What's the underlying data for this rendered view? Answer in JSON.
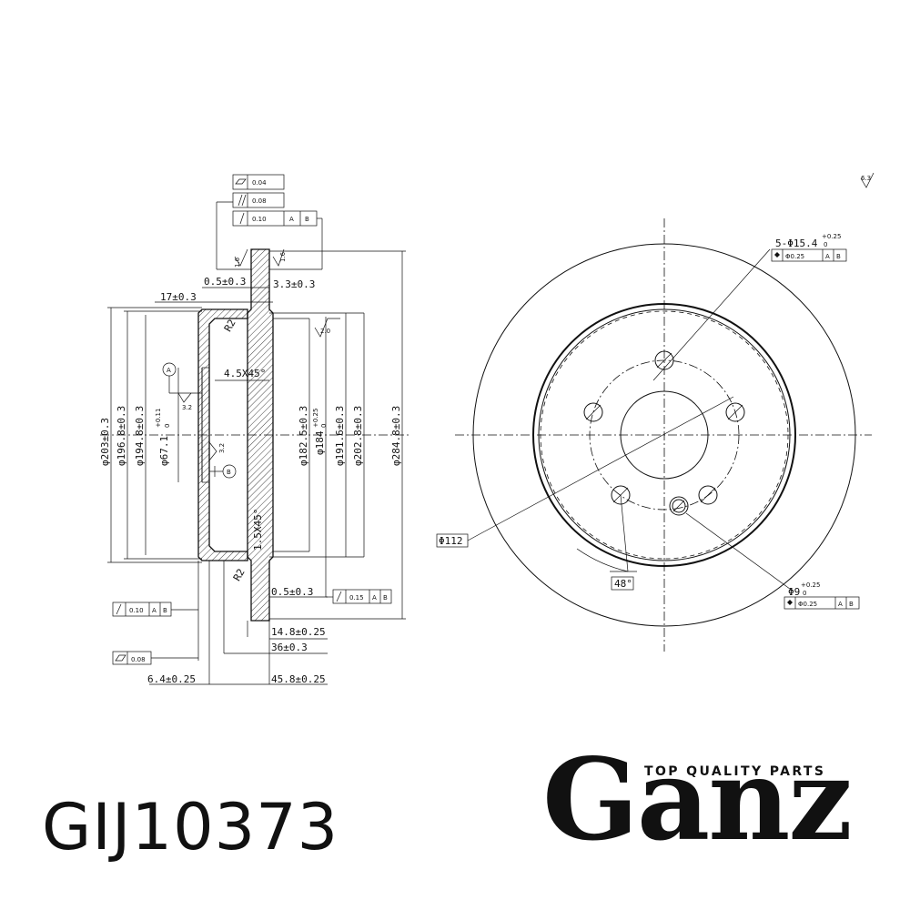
{
  "product": {
    "part_number": "GIJ10373"
  },
  "brand": {
    "name": "Ganz",
    "tagline": "TOP QUALITY PARTS"
  },
  "side_view": {
    "tolerance_frame_top": {
      "flatness": "0.04",
      "parallelism": "0.08",
      "runout": "0.10",
      "datum_a": "A",
      "datum_b": "B"
    },
    "roughness_left": "1.6",
    "roughness_right": "1.6",
    "dims": {
      "offset_0_5_top": "0.5±0.3",
      "thickness_3_3": "3.3±0.3",
      "width_17": "17±0.3",
      "radius_top": "R2",
      "chamfer_4_5": "4.5X45°",
      "roughness_hat": "2.0",
      "datum_a_label": "A",
      "roughness_3_2a": "3.2",
      "roughness_3_2b": "3.2",
      "datum_b_label": "B",
      "chamfer_1_5": "1.5X45°",
      "radius_bottom": "R2",
      "offset_0_5_bottom": "0.5±0.3",
      "dia_203": "φ203±0.3",
      "dia_196_8": "φ196.8±0.3",
      "dia_194_8": "φ194.8±0.3",
      "dia_67_1": "φ67.1",
      "dia_67_1_tol": "+0.11",
      "dia_67_1_tol0": "0",
      "dia_182_5": "φ182.5±0.3",
      "dia_184": "φ184",
      "dia_184_tol": "+0.25",
      "dia_184_tol0": "0",
      "dia_191_6": "φ191.6±0.3",
      "dia_202_8": "φ202.8±0.3",
      "dia_284_8": "φ284.8±0.3",
      "dim_14_8": "14.8±0.25",
      "dim_36": "36±0.3",
      "dim_6_4": "6.4±0.25",
      "dim_45_8": "45.8±0.25"
    },
    "tol_runout_left": {
      "value": "0.10",
      "a": "A",
      "b": "B"
    },
    "tol_flatness_left": {
      "value": "0.08"
    },
    "tol_runout_right": {
      "value": "0.15",
      "a": "A",
      "b": "B"
    }
  },
  "front_view": {
    "roughness_corner": "6.3",
    "bolt_holes": {
      "label": "5-Φ15.4",
      "tol": "+0.25",
      "tol0": "0",
      "position": "Φ0.25",
      "a": "A",
      "b": "B"
    },
    "pcd": "Φ112",
    "angle": "48°",
    "small_hole": {
      "label": "Φ9",
      "tol": "+0.25",
      "tol0": "0",
      "position": "Φ0.25",
      "a": "A",
      "b": "B"
    }
  }
}
